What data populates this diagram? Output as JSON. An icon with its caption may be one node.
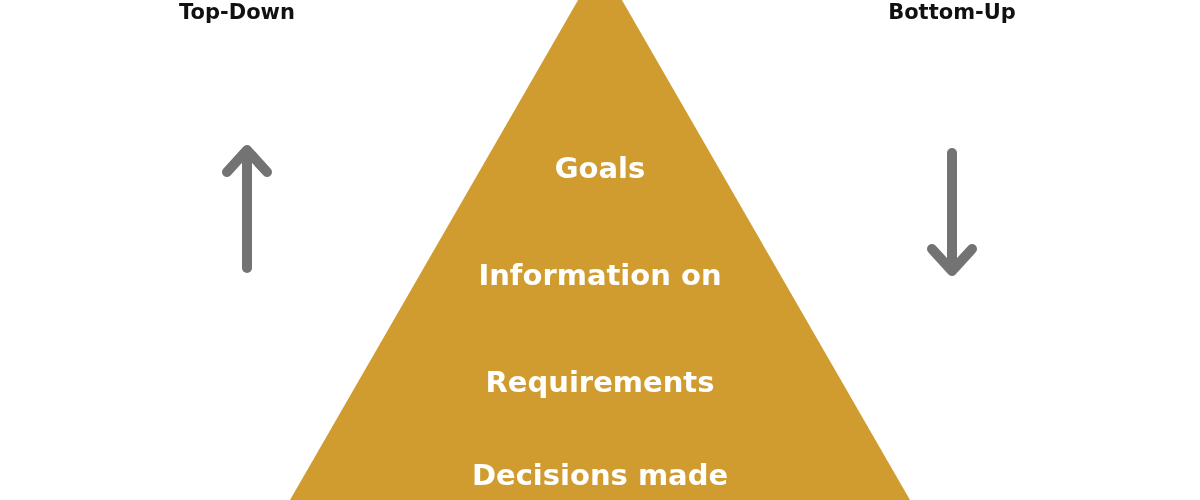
{
  "diagram": {
    "nodes": [
      {
        "text": [
          "Goals",
          "Information on",
          "Requirements",
          "Decisions made"
        ]
      }
    ],
    "edges": [],
    "labels": [
      "Top-Down",
      "Bottom-Up"
    ]
  }
}
